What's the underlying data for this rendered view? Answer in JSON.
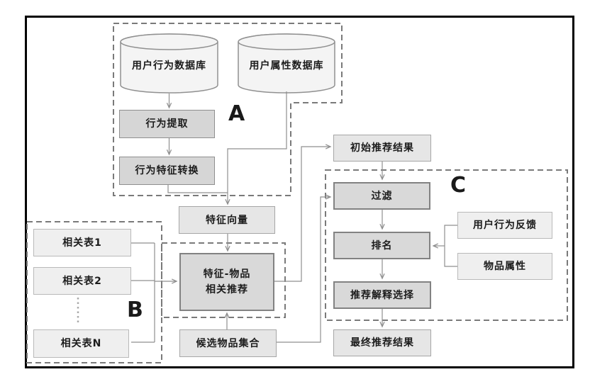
{
  "diagram": {
    "title_hint": "recommendation-pipeline-flowchart",
    "region_labels": {
      "a": "A",
      "b": "B",
      "c": "C"
    },
    "nodes": {
      "user_behavior_db": "用户行为数据库",
      "user_attribute_db": "用户属性数据库",
      "behavior_extract": "行为提取",
      "behavior_feature_transform": "行为特征转换",
      "feature_vector": "特征向量",
      "feature_item_rec_line1": "特征-物品",
      "feature_item_rec_line2": "相关推荐",
      "related_table_1": "相关表1",
      "related_table_2": "相关表2",
      "related_table_n": "相关表N",
      "initial_result": "初始推荐结果",
      "filter": "过滤",
      "ranking": "排名",
      "user_behavior_feedback": "用户行为反馈",
      "item_attribute": "物品属性",
      "explanation_selection": "推荐解释选择",
      "final_result": "最终推荐结果",
      "candidate_item_set": "候选物品集合"
    },
    "edges": [
      [
        "user_behavior_db",
        "behavior_extract"
      ],
      [
        "behavior_extract",
        "behavior_feature_transform"
      ],
      [
        "behavior_feature_transform",
        "feature_vector"
      ],
      [
        "user_attribute_db",
        "feature_vector"
      ],
      [
        "feature_vector",
        "feature_item_recommend"
      ],
      [
        "related_table_1",
        "feature_item_recommend"
      ],
      [
        "related_table_2",
        "feature_item_recommend"
      ],
      [
        "related_table_n",
        "feature_item_recommend"
      ],
      [
        "feature_item_recommend",
        "initial_result"
      ],
      [
        "initial_result",
        "filter"
      ],
      [
        "filter",
        "ranking"
      ],
      [
        "ranking",
        "explanation_selection"
      ],
      [
        "explanation_selection",
        "final_result"
      ],
      [
        "user_behavior_feedback",
        "ranking"
      ],
      [
        "item_attribute",
        "ranking"
      ],
      [
        "candidate_item_set",
        "feature_item_recommend"
      ],
      [
        "candidate_item_set",
        "filter"
      ]
    ],
    "colors": {
      "frame_border": "#000000",
      "dashed_outline": "#7a7a7a",
      "connector": "#8f8f8f",
      "cylinder_fill": "#f4f4f4",
      "box_shaded_fill": "#d7d7d7",
      "box_light_fill": "#e6e6e6",
      "box_lighter_fill": "#efefef",
      "text": "#1c1c1c"
    }
  }
}
